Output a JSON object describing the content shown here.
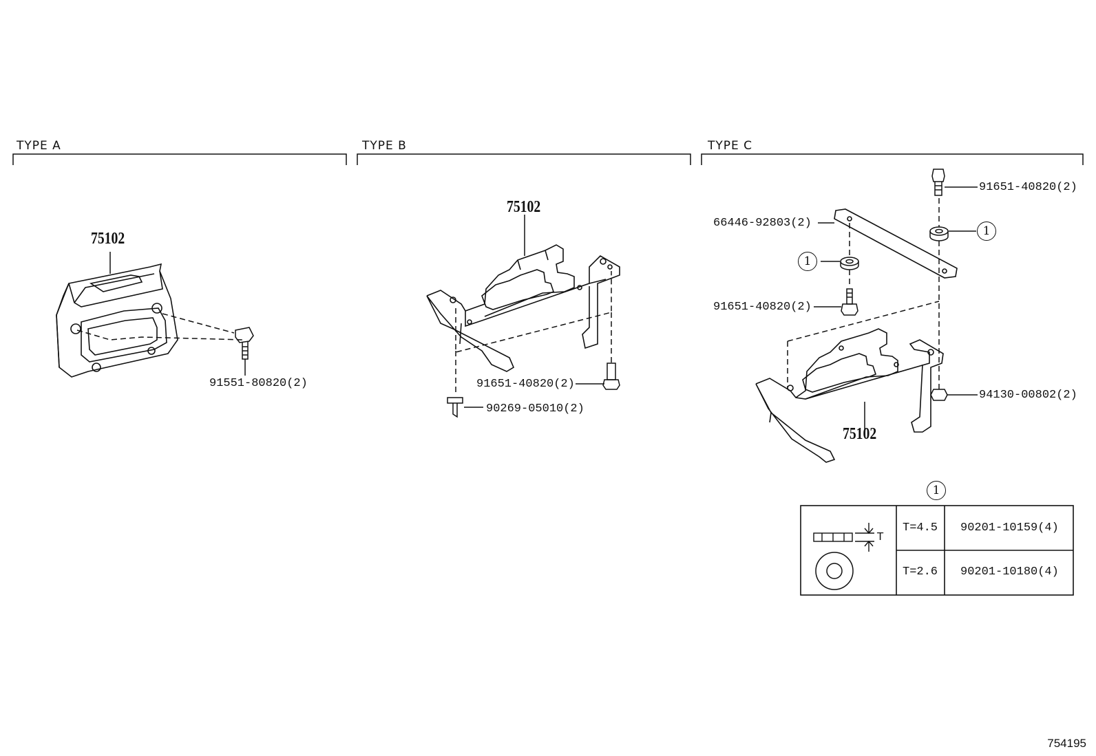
{
  "sections": {
    "type_a": {
      "title": "TYPE A"
    },
    "type_b": {
      "title": "TYPE B"
    },
    "type_c": {
      "title": "TYPE C"
    }
  },
  "type_a": {
    "main_part": "75102",
    "bolt": "91551-80820(2)"
  },
  "type_b": {
    "main_part": "75102",
    "bolt": "91651-40820(2)",
    "clip": "90269-05010(2)"
  },
  "type_c": {
    "main_part": "75102",
    "bolt_top": "91651-40820(2)",
    "strap": "66446-92803(2)",
    "bolt_left": "91651-40820(2)",
    "nut": "94130-00802(2)",
    "ref_symbol": "1"
  },
  "washer_table": {
    "ref_symbol": "1",
    "dim_label": "T",
    "rows": [
      {
        "thickness": "T=4.5",
        "part": "90201-10159(4)"
      },
      {
        "thickness": "T=2.6",
        "part": "90201-10180(4)"
      }
    ]
  },
  "illustration_number": "754195"
}
